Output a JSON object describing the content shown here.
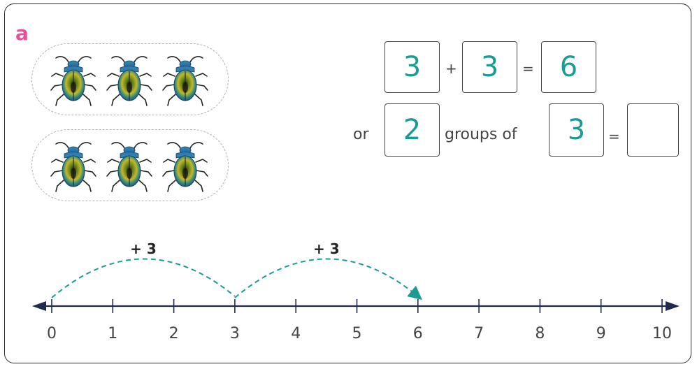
{
  "part_label": "a",
  "equation1": {
    "a": "3",
    "plus": "+",
    "b": "3",
    "equals": "=",
    "result": "6"
  },
  "equation2": {
    "or": "or",
    "groups": "2",
    "groups_of": "groups of",
    "size": "3",
    "equals": "=",
    "answer": ""
  },
  "beetle_groups": [
    {
      "count": 3
    },
    {
      "count": 3
    }
  ],
  "number_line": {
    "ticks": [
      "0",
      "1",
      "2",
      "3",
      "4",
      "5",
      "6",
      "7",
      "8",
      "9",
      "10"
    ],
    "jumps": [
      {
        "from": 0,
        "to": 3,
        "label": "+ 3"
      },
      {
        "from": 3,
        "to": 6,
        "label": "+ 3"
      }
    ]
  },
  "colors": {
    "accent": "#1a9b94",
    "label_pink": "#e0539b",
    "line": "#1f2a4d"
  }
}
